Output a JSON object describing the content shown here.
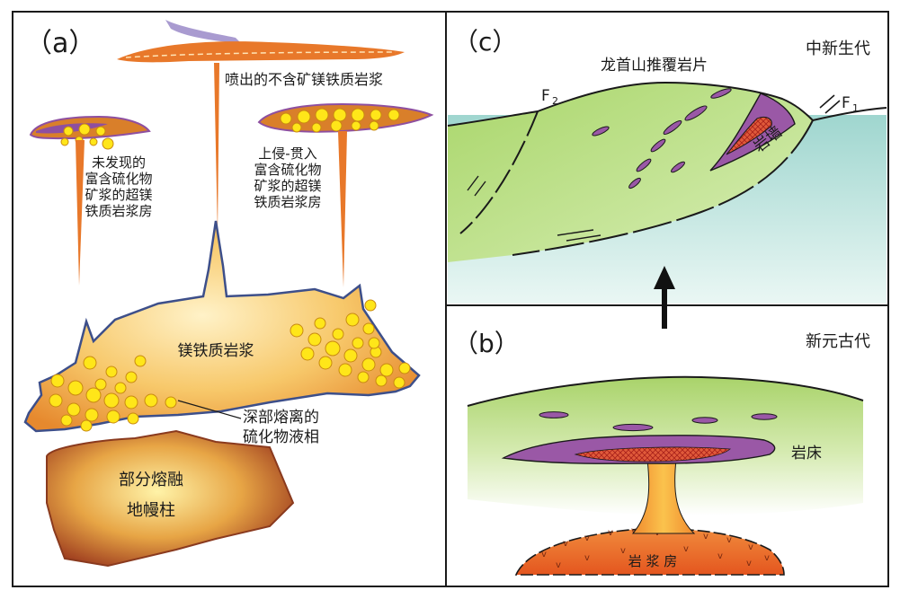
{
  "panel_a": {
    "label": "（a）",
    "erupted_magma": "喷出的不含矿镁铁质岩浆",
    "undiscovered_chamber": [
      "未发现的",
      "富含硫化物",
      "矿浆的超镁",
      "铁质岩浆房"
    ],
    "intruded_chamber": [
      "上侵-贯入",
      "富含硫化物",
      "矿浆的超镁",
      "铁质岩浆房"
    ],
    "mafic_magma": "镁铁质岩浆",
    "deep_sulfide": [
      "深部熔离的",
      "硫化物液相"
    ],
    "plume": [
      "部分熔融",
      "地幔柱"
    ]
  },
  "panel_c": {
    "label": "（c）",
    "era": "中新生代",
    "thrust_sheet": "龙首山推覆岩片",
    "dyke": "岩墙",
    "fault_2": "F",
    "fault_2_sub": "2",
    "fault_1": "F",
    "fault_1_sub": "1"
  },
  "panel_b": {
    "label": "（b）",
    "era": "新元古代",
    "sill": "岩床",
    "chamber": "岩  浆  房"
  },
  "colors": {
    "orange": "#e8782a",
    "yellow": "#ffe619",
    "green": "#a9d36a",
    "teal": "#a8d9d2",
    "purple": "#9a58a6",
    "red": "#d8372b",
    "border": "#1a1a1a"
  }
}
